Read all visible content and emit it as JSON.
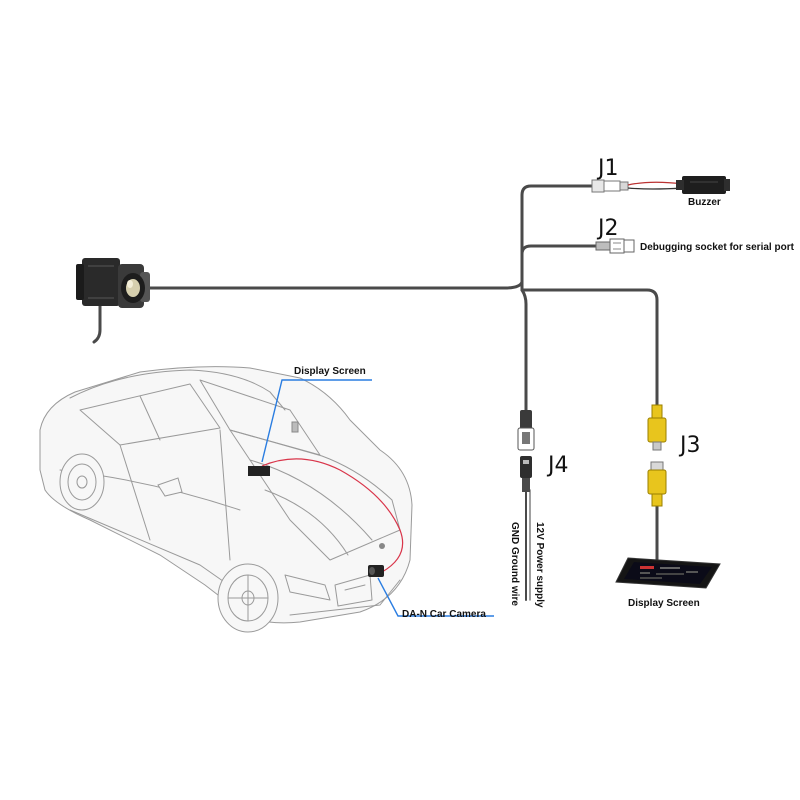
{
  "labels": {
    "j1": "J1",
    "j2": "J2",
    "j3": "J3",
    "j4": "J4",
    "buzzer": "Buzzer",
    "debug_socket": "Debugging socket for serial port",
    "display_screen_car": "Display Screen",
    "display_screen_device": "Display Screen",
    "car_camera": "DA-N Car Camera",
    "power_supply": "12V Power supply",
    "ground_wire": "GND Ground wire"
  },
  "colors": {
    "cable": "#4a4a4a",
    "connector_yellow": "#e8c51d",
    "callout_line": "#2a7de1",
    "car_outline": "#9a9a9a",
    "car_red_wire": "#d9354a"
  }
}
